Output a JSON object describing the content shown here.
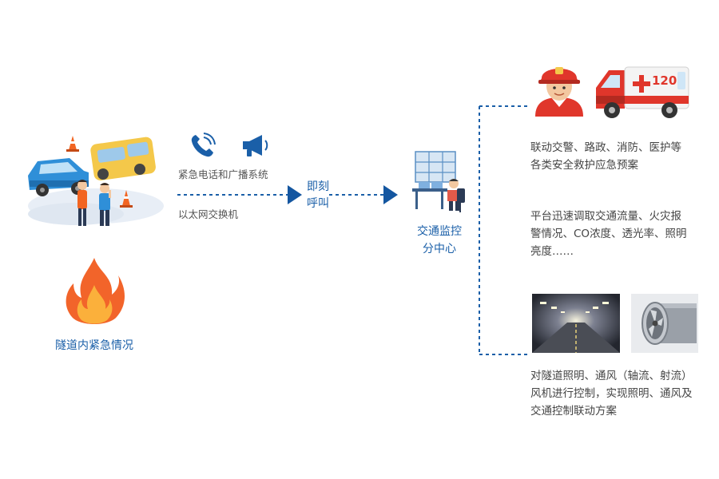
{
  "accident": {
    "caption": "隧道内紧急情况"
  },
  "comm": {
    "systems_label": "紧急电话和广播系统",
    "network_label": "以太网交换机",
    "call_label_line1": "即刻",
    "call_label_line2": "呼叫"
  },
  "center": {
    "label_line1": "交通监控",
    "label_line2": "分中心"
  },
  "ambulance": {
    "number": "120"
  },
  "outputs": [
    {
      "lines": [
        "联动交警、路政、消防、医护等",
        "各类安全救护应急预案"
      ]
    },
    {
      "lines": [
        "平台迅速调取交通流量、火灾报",
        "警情况、CO浓度、透光率、照明",
        "亮度……"
      ]
    },
    {
      "lines": [
        "对隧道照明、通风（轴流、射流）",
        "风机进行控制，实现照明、通风及",
        "交通控制联动方案"
      ]
    }
  ],
  "colors": {
    "brand_blue": "#1a5fa8",
    "arrow_blue": "#1456a0",
    "dotted_line": "#1a5fa8",
    "fire_outer": "#f2642a",
    "fire_inner": "#fbb03b",
    "ambulance_red": "#e0362b"
  }
}
